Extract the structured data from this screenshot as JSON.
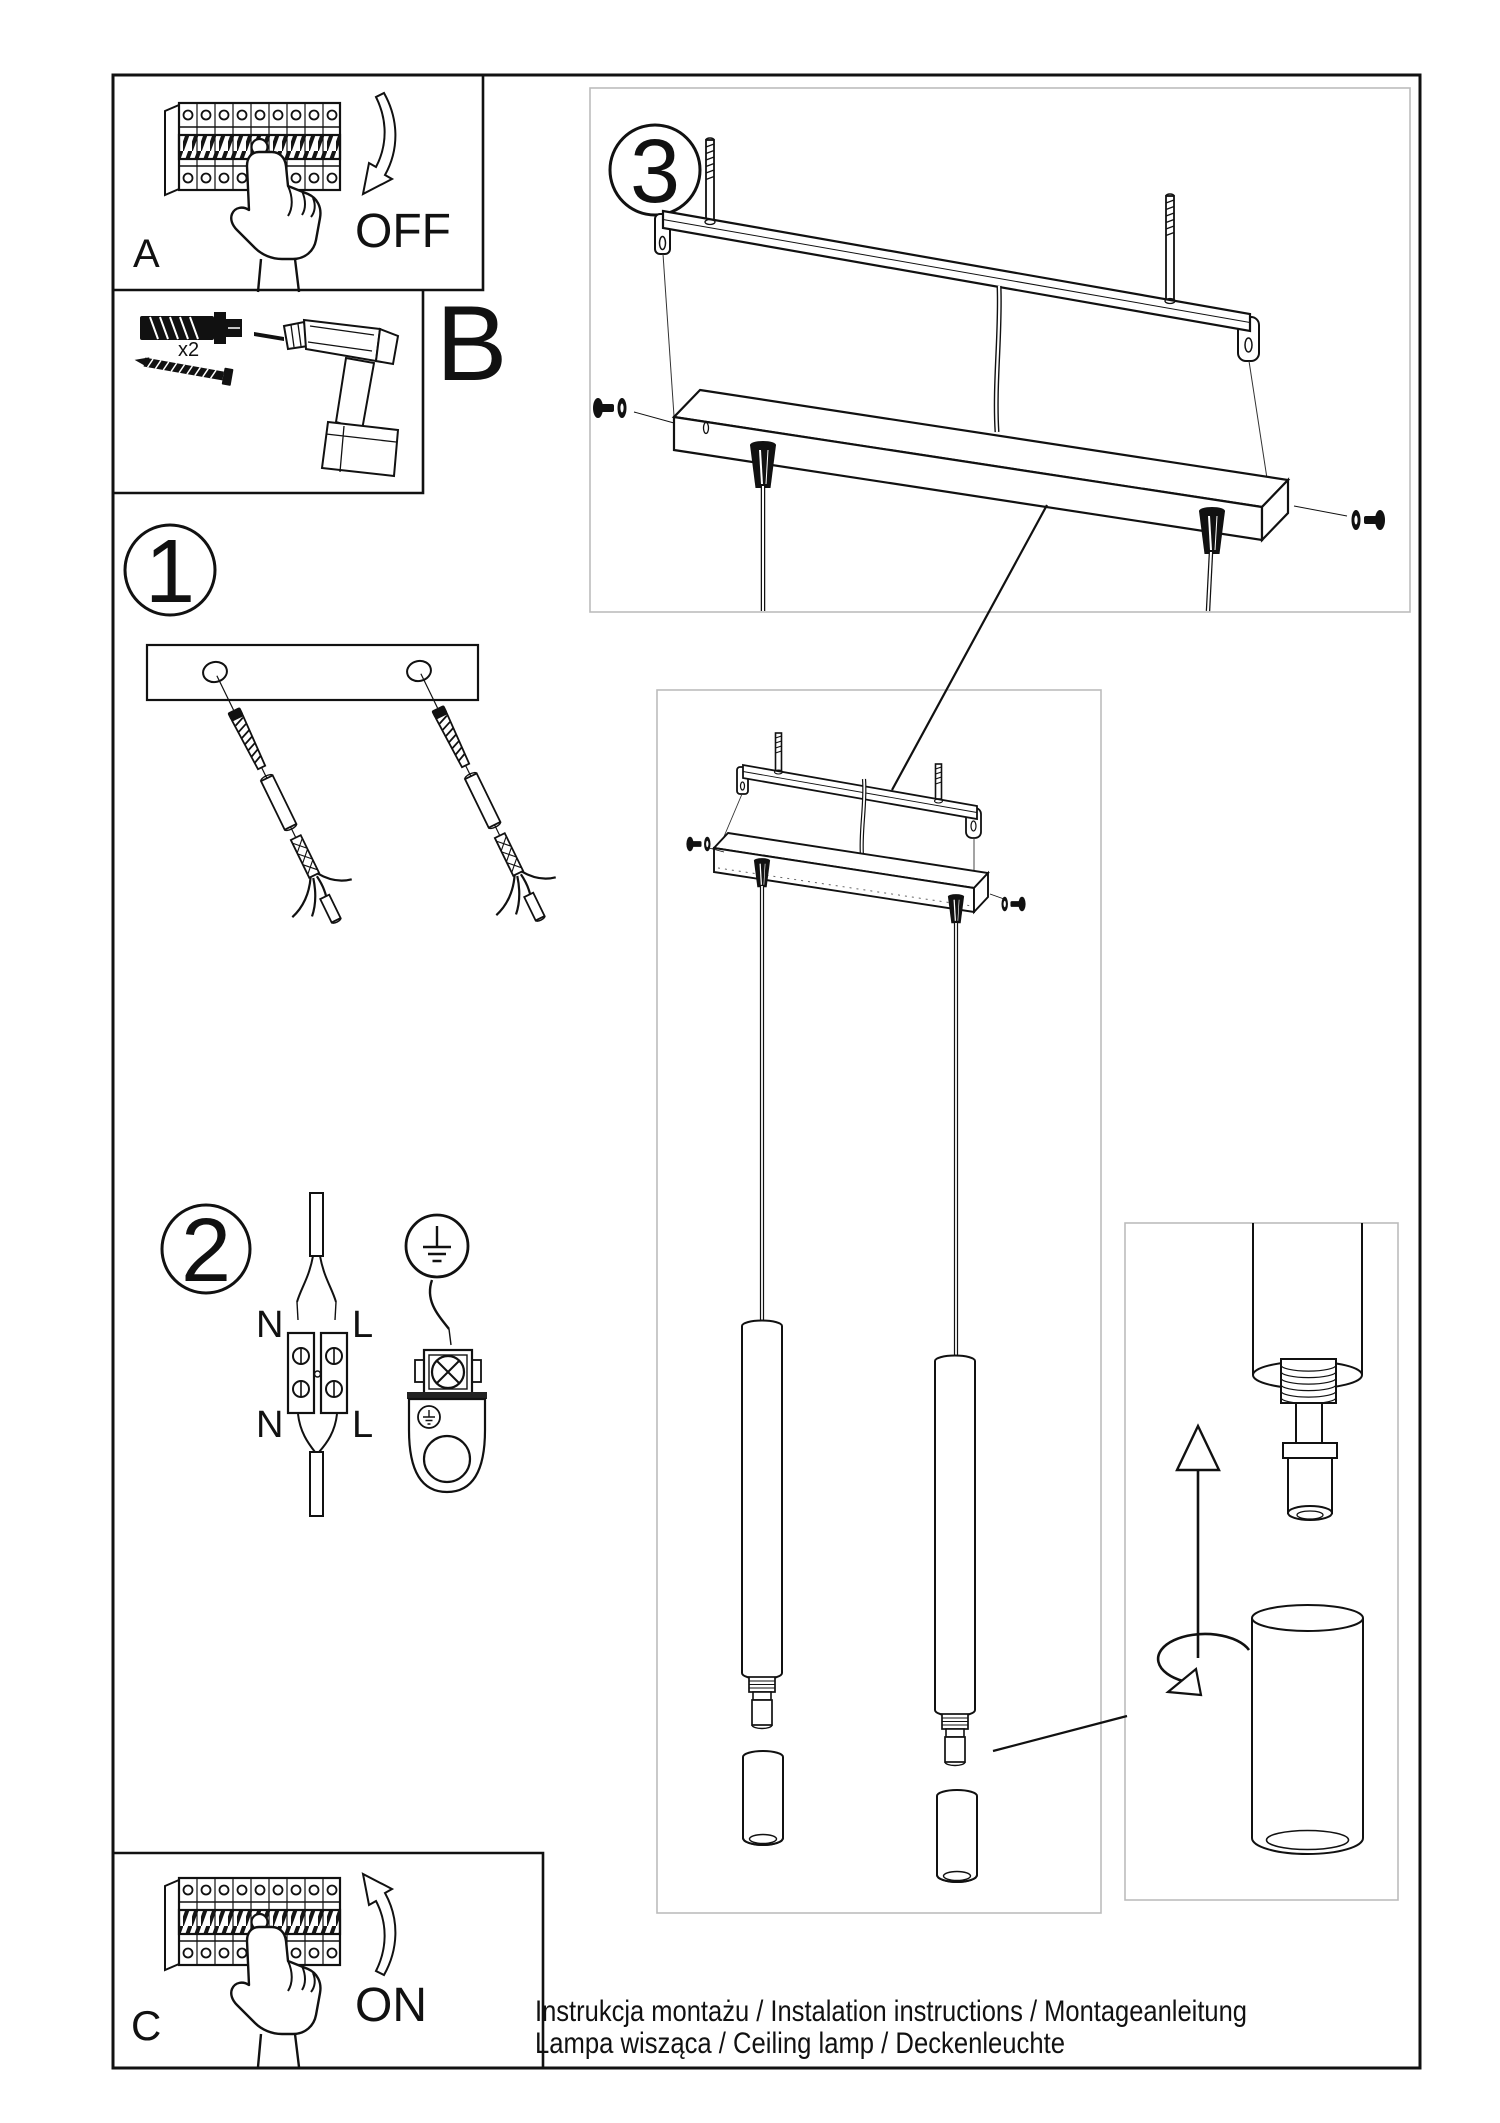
{
  "colors": {
    "line": "#111111",
    "frame": "#111111",
    "light_border": "#bcbcbc",
    "background": "#ffffff"
  },
  "steps": [
    {
      "number": "1"
    },
    {
      "number": "2"
    },
    {
      "number": "3"
    }
  ],
  "panels": {
    "a": {
      "label": "A",
      "action": "OFF"
    },
    "b": {
      "label": "B",
      "quantity_note": "x2"
    },
    "c": {
      "label": "C",
      "action": "ON"
    }
  },
  "wiring": {
    "top_left": "N",
    "top_right": "L",
    "bottom_left": "N",
    "bottom_right": "L"
  },
  "footer": {
    "line1": "Instrukcja montażu / Instalation instructions / Montageanleitung",
    "line2": "Lampa wisząca / Ceiling lamp / Deckenleuchte"
  }
}
